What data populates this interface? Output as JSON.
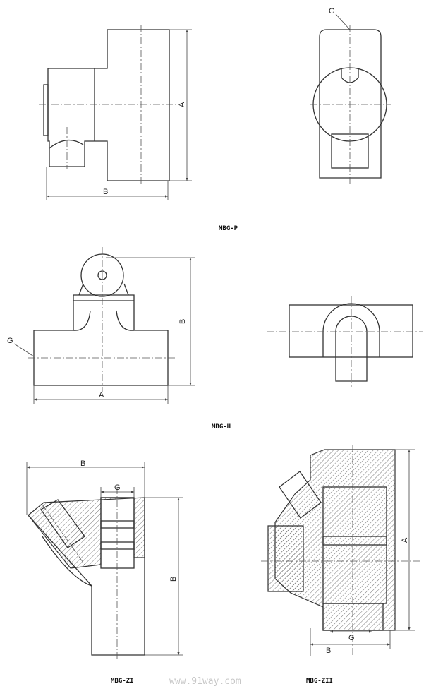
{
  "drawings": [
    {
      "caption": "MBG-P",
      "dims": {
        "a": "A",
        "b": "B",
        "g": "G"
      }
    },
    {
      "caption": "MBG-H",
      "dims": {
        "a": "A",
        "b": "B",
        "g": "G"
      }
    },
    {
      "caption": "MBG-ZI",
      "dims": {
        "b1": "B",
        "b2": "B",
        "g": "G"
      }
    },
    {
      "caption": "MBG-ZII",
      "dims": {
        "a": "A",
        "b": "B",
        "g": "G"
      }
    }
  ],
  "watermark": "www.91way.com"
}
